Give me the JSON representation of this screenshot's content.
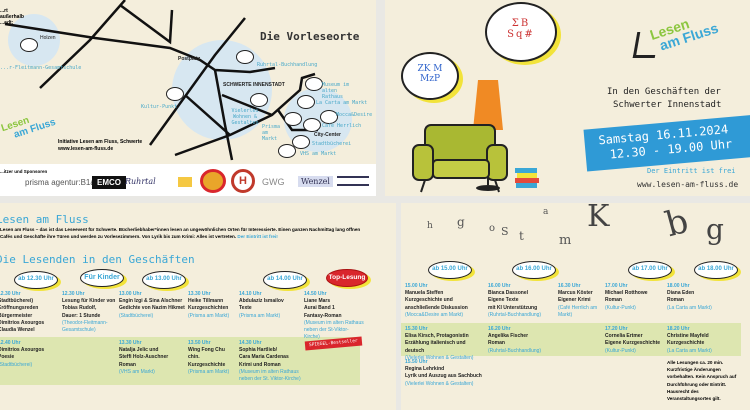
{
  "map": {
    "title": "Die Vorleseorte",
    "corner_note": "...rt außerhalb ...adt:",
    "initiative": "Initiative Lesen am Fluss, Schwerte",
    "website": "www.lesen-am-fluss.de",
    "labels": {
      "holzen": "Holzen",
      "theodor": "...r-Fleitmann-Gesamtschule",
      "postplatz": "Postplatz",
      "innenstadt": "SCHWERTE INNENSTADT",
      "ruhrtal": "Ruhrtal-Buchhandlung",
      "kulturpunkt": "Kultur-Punkt",
      "vielerlei": "Vielerlei Wohnen & Gestalten",
      "prisma": "Prisma am Markt",
      "museum": "Museum im alten Rathaus",
      "lacarta": "La Carta am Markt",
      "mocca": "Mocca&Desire",
      "cafe": "Café Herrlich",
      "citycenter": "City-Center",
      "stadtbuecherei": "Stadtbücherei",
      "vhs": "VHS am Markt"
    },
    "logo": {
      "line1": "Lesen",
      "line2": "am Fluss"
    }
  },
  "sponsors": {
    "heading": "...itzer und Sponsoren",
    "items": [
      "prisma agentur:B1a",
      "EMCO",
      "Ruhrtal",
      "GWG",
      "Wenzel"
    ]
  },
  "poster": {
    "subtitle_line1": "In den Geschäften der",
    "subtitle_line2": "Schwerter Innenstadt",
    "date": "Samstag 16.11.2024",
    "time": "12.30 - 19.00 Uhr",
    "free": "Der Eintritt ist frei",
    "website": "www.lesen-am-fluss.de",
    "logo": {
      "line1": "Lesen",
      "line2": "am Fluss"
    }
  },
  "intro": {
    "title": "Lesen am Fluss",
    "text": "Lesen am Fluss – das ist das Leseevent für Schwerte. Bücherliebhaber*innen lesen an ungewöhnlichen Orten für Interessierte. Einen ganzen Nachmittag lang öffnen Cafés und Geschäfte ihre Türen und werden zu Vorlesezimmern. Von Lyrik bis zum Krimi: Alles ist vertreten.",
    "free": "Der Eintritt ist frei!",
    "section": "Die Lesenden in den Geschäften"
  },
  "bubbles_left": [
    "ab 12.30 Uhr",
    "Für Kinder",
    "ab 13.00 Uhr",
    "ab 14.00 Uhr",
    "Top-Lesung"
  ],
  "bubbles_right": [
    "ab 15.00 Uhr",
    "ab 16.00 Uhr",
    "ab 17.00 Uhr",
    "ab 18.00 Uhr"
  ],
  "bestseller": "SPIEGEL-Bestseller",
  "schedule_left": [
    {
      "time": "12.30 Uhr",
      "lines": [
        "Stadtbücherei)",
        "Eröffnungsreden",
        "Bürgermeister",
        "Dimitrios Axourgos",
        "Claudia Wenzel"
      ],
      "loc": ""
    },
    {
      "time": "12.30 Uhr",
      "lines": [
        "Lesung für Kinder von",
        "Tobias Rudolf,",
        "Dauer: 1 Stunde"
      ],
      "loc": "(Theodor-Fleitmann-Gesamtschule)"
    },
    {
      "time": "13.00 Uhr",
      "lines": [
        "Engin Izgi & Sina Alschner",
        "Gedichte von Nazim Hikmet"
      ],
      "loc": "(Stadtbücherei)"
    },
    {
      "time": "13.30 Uhr",
      "lines": [
        "Heike Tillmann",
        "Kurzgeschichten"
      ],
      "loc": "(Prisma am Markt)"
    },
    {
      "time": "14.10 Uhr",
      "lines": [
        "Abdulaziz Ismailov",
        "Texte"
      ],
      "loc": "(Prisma am Markt)"
    },
    {
      "time": "14.50 Uhr",
      "lines": [
        "Liane Mars",
        "Aurai Band 1",
        "Fantasy-Roman"
      ],
      "loc": "(Museum im alten Rathaus neben der St-Viktor-Kirche)"
    },
    {
      "time": "12.40 Uhr",
      "lines": [
        "Dimitrios Axourgos",
        "Poesie"
      ],
      "loc": "(Stadtbücherei)"
    },
    {
      "time": "13.30 Uhr",
      "lines": [
        "Natalja Jelic und",
        "Steffi Holz-Auschner",
        "Roman"
      ],
      "loc": "(VHS am Markt)"
    },
    {
      "time": "13.50 Uhr",
      "lines": [
        "Wing Fong Chu",
        "chin. Kurzgeschichte"
      ],
      "loc": "(Prisma am Markt)"
    },
    {
      "time": "14.30 Uhr",
      "lines": [
        "Sophia Hartlieb/",
        "Cara Maria Cardenas",
        "Krimi und Roman"
      ],
      "loc": "(Museum im alten Rathaus neben der St. Viktor-Kirche)"
    }
  ],
  "schedule_right": [
    {
      "time": "15.00 Uhr",
      "lines": [
        "Manuela Steffen",
        "Kurzgeschichte und",
        "anschließende Diskussion"
      ],
      "loc": "(Mocca&Desire am Markt)"
    },
    {
      "time": "16.00 Uhr",
      "lines": [
        "Bianca Dassonel",
        "Eigene Texte",
        "mit KI Unterstützung"
      ],
      "loc": "(Ruhrtal-Buchhandlung)"
    },
    {
      "time": "16.30 Uhr",
      "lines": [
        "Marcus Köster",
        "Eigener Krimi"
      ],
      "loc": "(Café Herrlich am Markt)"
    },
    {
      "time": "17.00 Uhr",
      "lines": [
        "Michael Rotthowe",
        "Roman"
      ],
      "loc": "(Kultur-Punkt)"
    },
    {
      "time": "18.00 Uhr",
      "lines": [
        "Diana Eden",
        "Roman"
      ],
      "loc": "(La Carta am Markt)"
    },
    {
      "time": "15.30 Uhr",
      "lines": [
        "Elisa Kirsch, Protagonistin",
        "Erzählung italienisch und deutsch"
      ],
      "loc": "(Vielerlei Wohnen & Gestalten)"
    },
    {
      "time": "16.20 Uhr",
      "lines": [
        "Angelika Fischer",
        "Roman"
      ],
      "loc": "(Ruhrtal-Buchhandlung)"
    },
    {
      "time": "17.20 Uhr",
      "lines": [
        "Cornelia Ertmer",
        "Eigene Kurzgeschichte"
      ],
      "loc": "(Kultur-Punkt)"
    },
    {
      "time": "18.20 Uhr",
      "lines": [
        "Christine Mayfeld",
        "Kurzgeschichte"
      ],
      "loc": "(La Carta am Markt)"
    },
    {
      "time": "15.50 Uhr",
      "lines": [
        "Regina Lehrkind",
        "Lyrik und Auszug aus Sachbuch"
      ],
      "loc": "(Vielerlei Wohnen & Gestalten)"
    }
  ],
  "footnote": "Alle Lesungen ca. 20 min. Kurzfristige Änderungen vorbehalten. Kein Anspruch auf Durchführung oder Eintritt. Hausrecht des Veranstaltungsortes gilt.",
  "letters": [
    "h",
    "g",
    "o",
    "S",
    "t",
    "a",
    "m",
    "K",
    "b",
    "g"
  ],
  "colors": {
    "accent": "#3aa7d6",
    "green": "#8cc63f",
    "cream": "#f4eedc",
    "band": "#dde6b0",
    "red": "#d9262c"
  }
}
